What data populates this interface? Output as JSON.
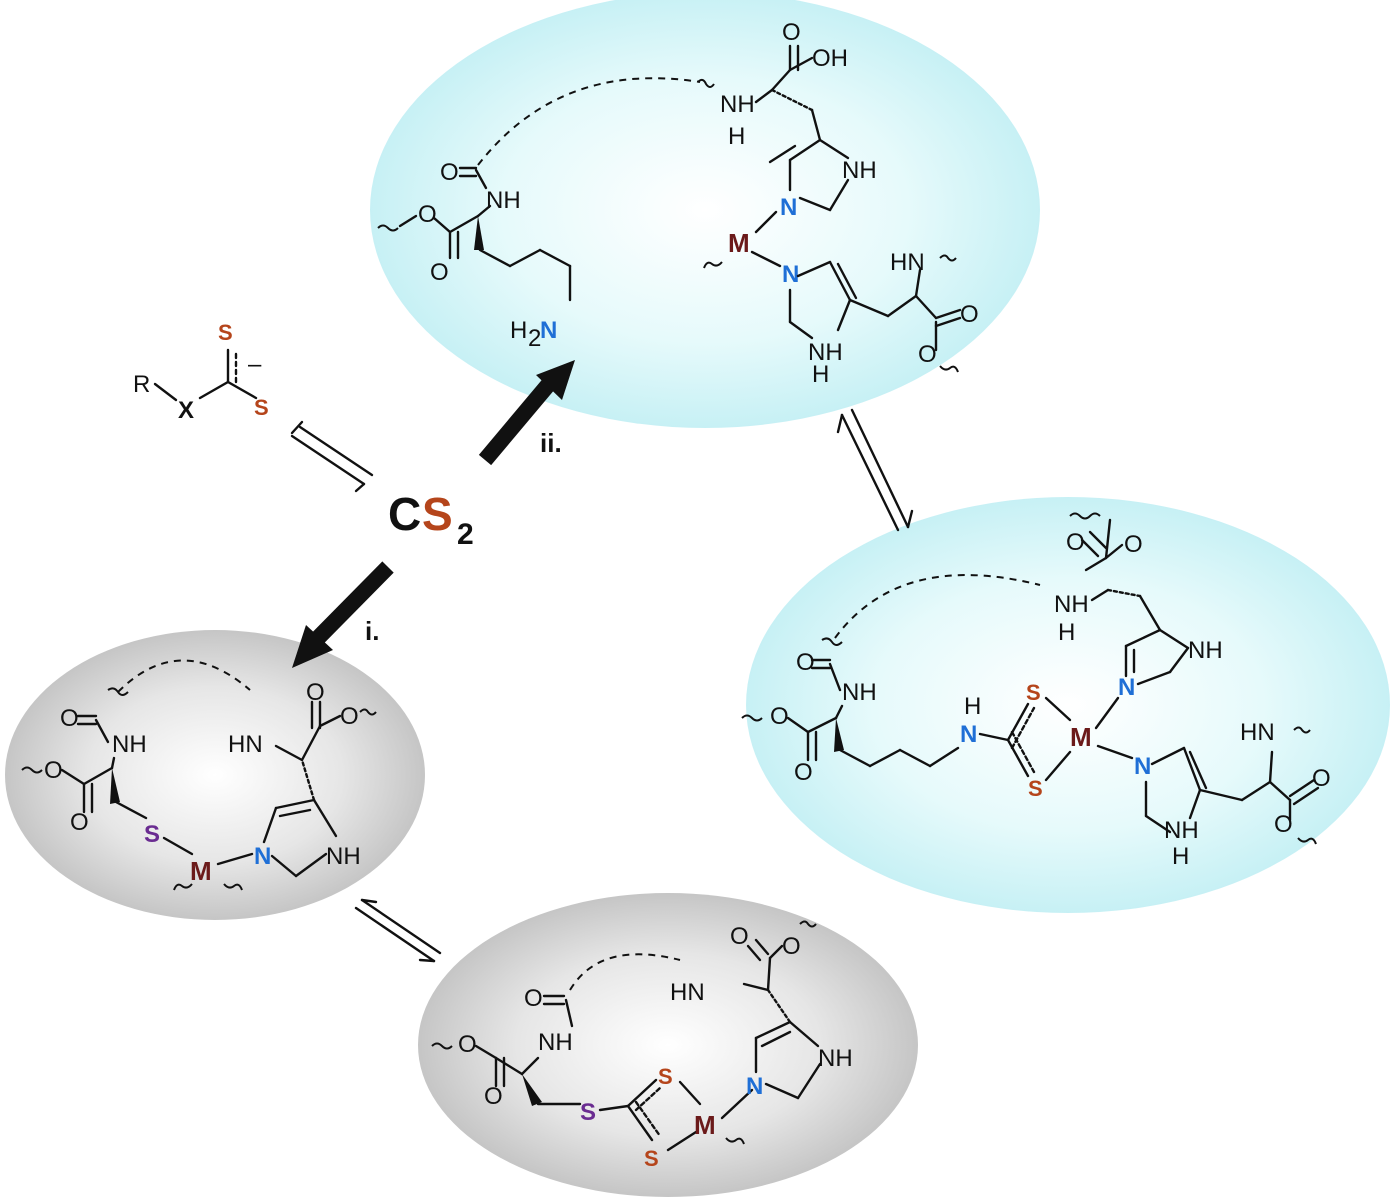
{
  "reagent": {
    "c": "C",
    "s": "S",
    "sub": "2"
  },
  "colors": {
    "black": "#111111",
    "sulfur": "#b5451b",
    "nitrogen": "#1f6fd6",
    "metal": "#6b1a1a",
    "thiolS": "#6a2c91",
    "cyan_bg": "#d3f3f7",
    "grey_bg": "#d2d2d2"
  },
  "labels": {
    "step_i": "i.",
    "step_ii": "ii.",
    "R": "R",
    "X": "X",
    "S": "S",
    "minus": "–",
    "NH": "NH",
    "HN": "HN",
    "H": "H",
    "N": "N",
    "O": "O",
    "OH": "OH",
    "M": "M",
    "H2N_H": "H",
    "H2N_sub": "2"
  }
}
